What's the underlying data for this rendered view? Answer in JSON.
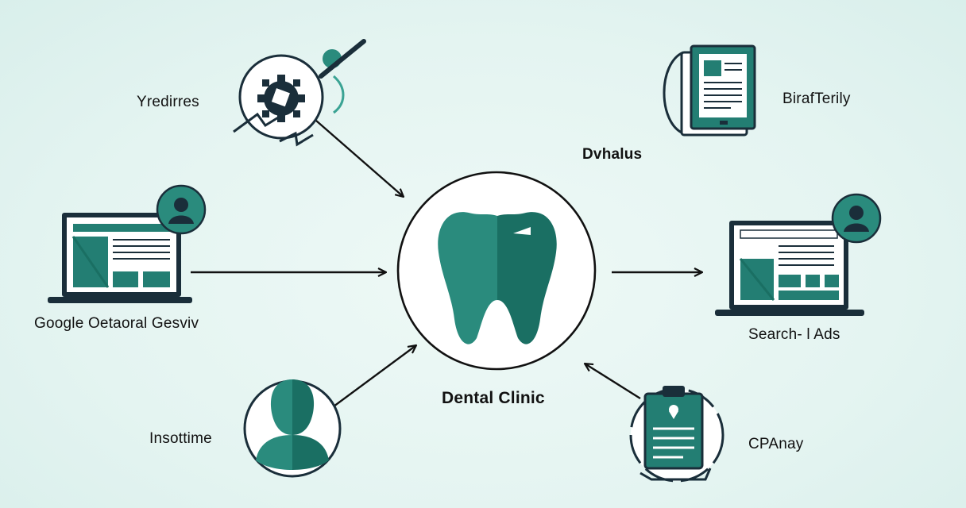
{
  "center": {
    "label": "Dental Clinic",
    "icon": "tooth-icon"
  },
  "nodes": {
    "top_left": {
      "label": "Yredirres",
      "icon": "gear-pencil-icon"
    },
    "top_center": {
      "label": "Dvhalus"
    },
    "top_right": {
      "label": "BirafTerily",
      "icon": "tablet-document-icon"
    },
    "middle_left": {
      "label": "Google Oetaoral  Gesviv",
      "icon": "laptop-profile-icon"
    },
    "middle_right": {
      "label": "Search- l Ads",
      "icon": "laptop-profile-icon"
    },
    "bottom_left": {
      "label": "Insottime",
      "icon": "person-icon"
    },
    "bottom_right": {
      "label": "CPAnay",
      "icon": "clipboard-icon"
    }
  },
  "colors": {
    "teal": "#237e73",
    "teal_dark": "#14645a",
    "navy": "#1a2e3a",
    "background": "#e4f4f1"
  }
}
